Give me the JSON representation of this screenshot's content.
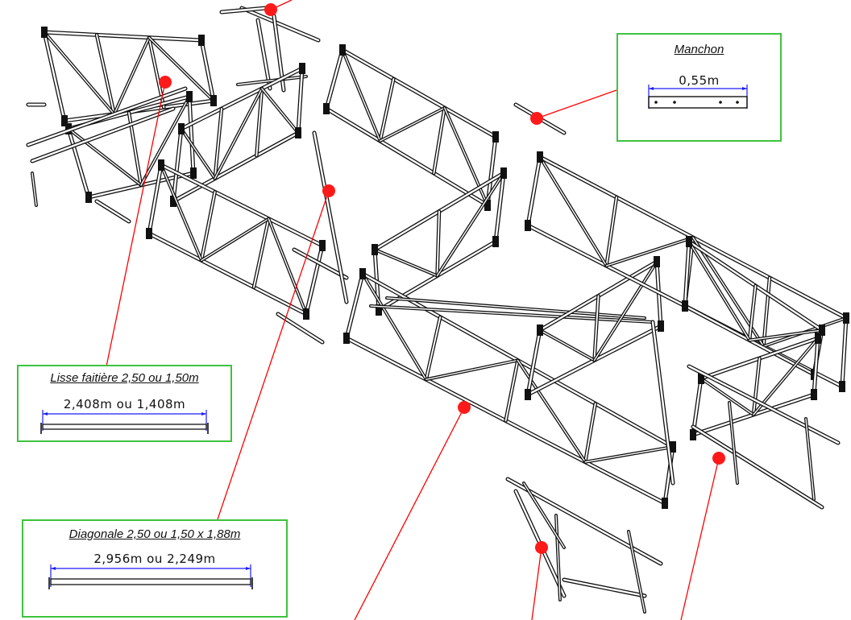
{
  "callouts": {
    "manchon": {
      "title": "Manchon",
      "dimension": "0,55m"
    },
    "lisse": {
      "title": "Lisse faitière 2,50 ou 1,50m",
      "dimension": "2,408m ou 1,408m"
    },
    "diagonale": {
      "title": "Diagonale 2,50 ou 1,50 x 1,88m",
      "dimension": "2,956m ou 2,249m"
    }
  },
  "colors": {
    "box_border": "#3ec33e",
    "leader_line": "#ff0000",
    "marker": "#ff1a1a",
    "dimension_line": "#1a1aff",
    "drawing": "#111111"
  }
}
